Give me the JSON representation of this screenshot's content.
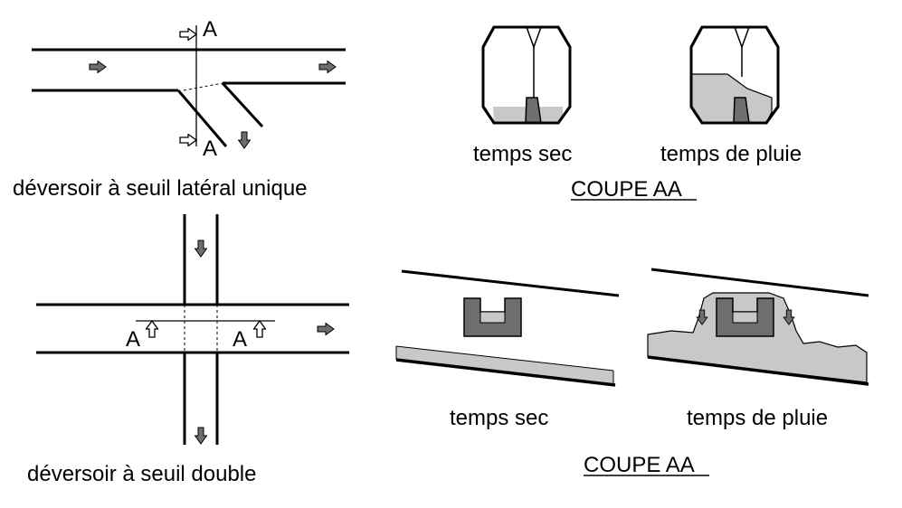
{
  "diagram": {
    "top_left": {
      "caption": "déversoir à seuil latéral unique",
      "section_mark_top": "A",
      "section_mark_bottom": "A"
    },
    "bottom_left": {
      "caption": "déversoir à seuil double",
      "section_mark_left": "A",
      "section_mark_right": "A"
    },
    "top_right": {
      "dry_label": "temps sec",
      "rain_label": "temps de pluie",
      "section_title": "COUPE AA"
    },
    "bottom_right": {
      "dry_label": "temps sec",
      "rain_label": "temps de pluie",
      "section_title": "COUPE AA"
    },
    "colors": {
      "line": "#000000",
      "water": "#c8c8c8",
      "weir": "#6e6e6e",
      "arrow_fill": "#6e6e6e",
      "arrow_outline_fill": "#ffffff"
    }
  }
}
